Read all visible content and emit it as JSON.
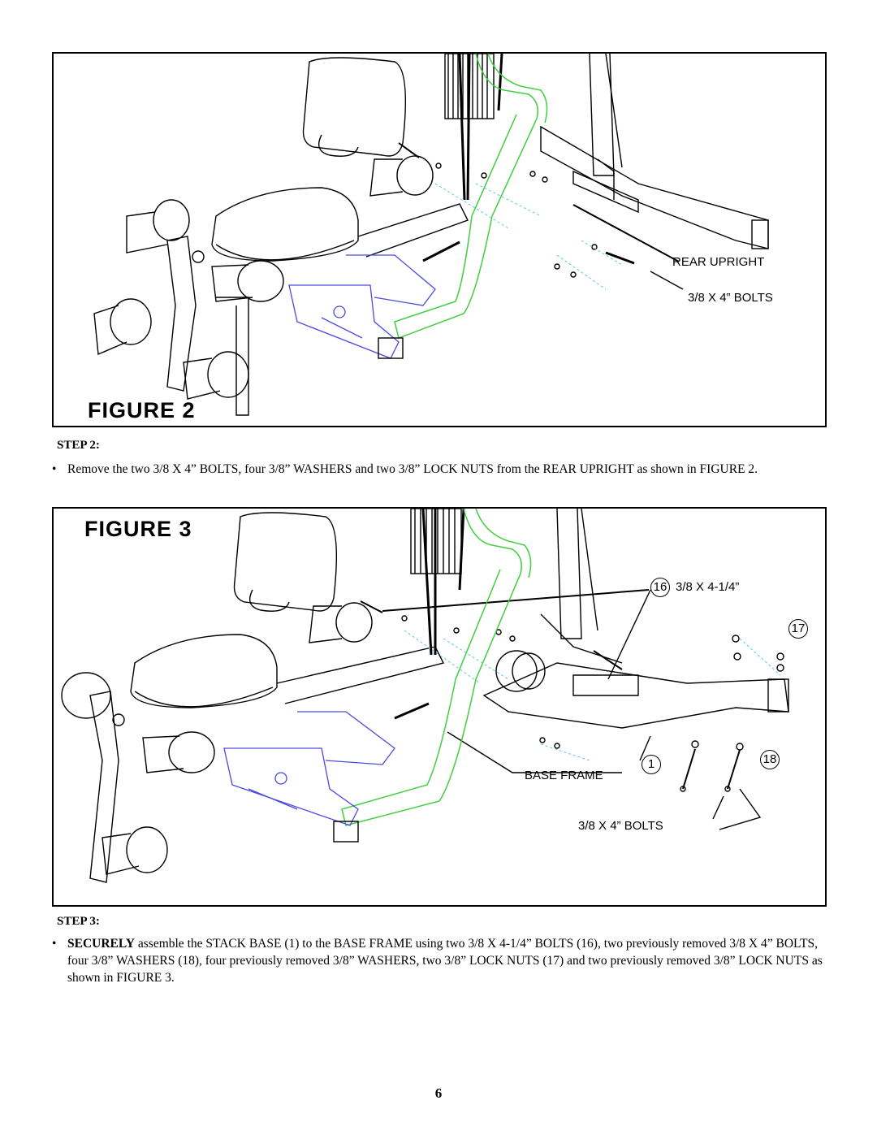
{
  "figure2": {
    "title": "FIGURE 2",
    "callouts": {
      "rear_upright": "REAR UPRIGHT",
      "bolts": "3/8 X 4” BOLTS"
    }
  },
  "step2": {
    "heading": "STEP 2:",
    "bullet": "•",
    "text": "Remove the two 3/8 X 4” BOLTS, four 3/8” WASHERS and two 3/8” LOCK NUTS from the REAR UPRIGHT as shown in FIGURE 2."
  },
  "figure3": {
    "title": "FIGURE 3",
    "callouts": {
      "part16_number": "16",
      "part16_label": "3/8 X 4-1/4”",
      "part17_number": "17",
      "part1_number": "1",
      "part18_number": "18",
      "base_frame": "BASE FRAME",
      "bolts": "3/8 X 4” BOLTS"
    }
  },
  "step3": {
    "heading": "STEP 3:",
    "bullet": "•",
    "emphasis": "SECURELY",
    "text": " assemble the STACK BASE (1) to the BASE FRAME using two 3/8 X 4-1/4” BOLTS (16), two previously removed 3/8 X 4” BOLTS, four 3/8” WASHERS (18), four previously removed 3/8” WASHERS, two 3/8” LOCK NUTS (17) and two previously removed 3/8” LOCK NUTS as shown in FIGURE 3."
  },
  "page_number": "6",
  "colors": {
    "ink": "#000000",
    "frame_green": "#3fcf3f",
    "stack_blue": "#4a4adf",
    "guide_cyan": "#58c8e8"
  }
}
